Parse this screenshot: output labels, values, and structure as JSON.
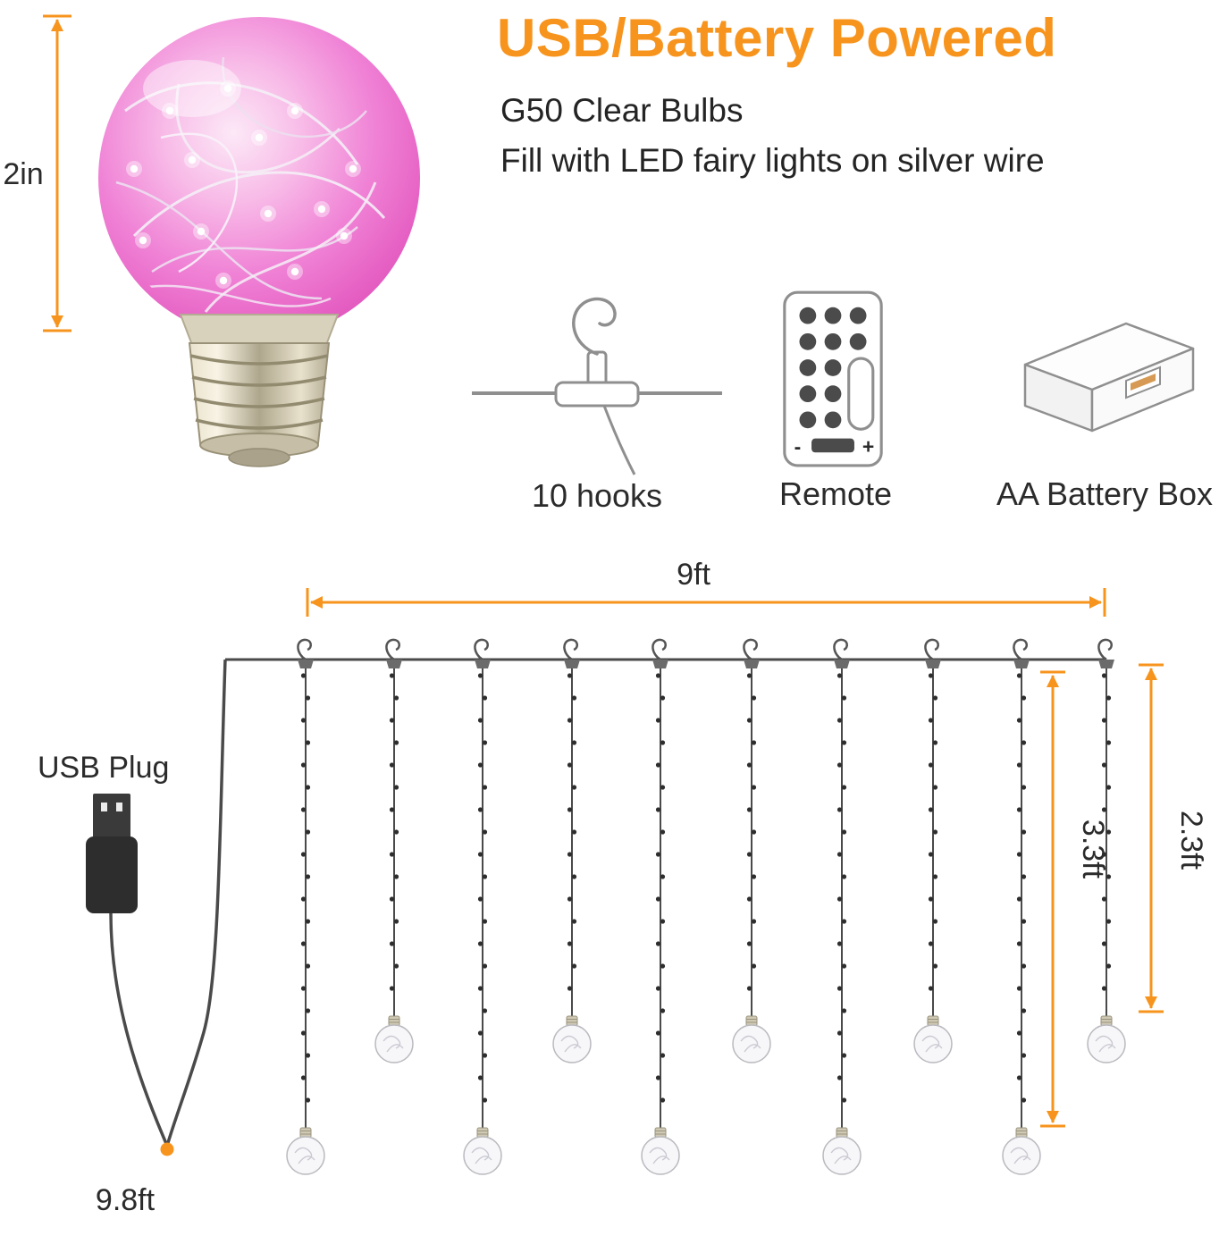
{
  "colors": {
    "accent_orange": "#F7941D",
    "text_dark": "#2b2b2b",
    "bulb_pink": "#ec6fca",
    "wire_gray": "#4a4a4a"
  },
  "header": {
    "title": "USB/Battery Powered",
    "subtitle_line1": "G50 Clear Bulbs",
    "subtitle_line2": "Fill with LED fairy lights on silver wire"
  },
  "bulb": {
    "dimension_label": "2in"
  },
  "accessories": {
    "hooks": {
      "label": "10 hooks"
    },
    "remote": {
      "label": "Remote",
      "minus": "-",
      "plus": "+"
    },
    "battery": {
      "label": "AA Battery Box"
    }
  },
  "diagram": {
    "width_label": "9ft",
    "usb_plug_label": "USB Plug",
    "lead_length_label": "9.8ft",
    "long_drop_label": "3.3ft",
    "short_drop_label": "2.3ft",
    "hook_count": 10
  }
}
